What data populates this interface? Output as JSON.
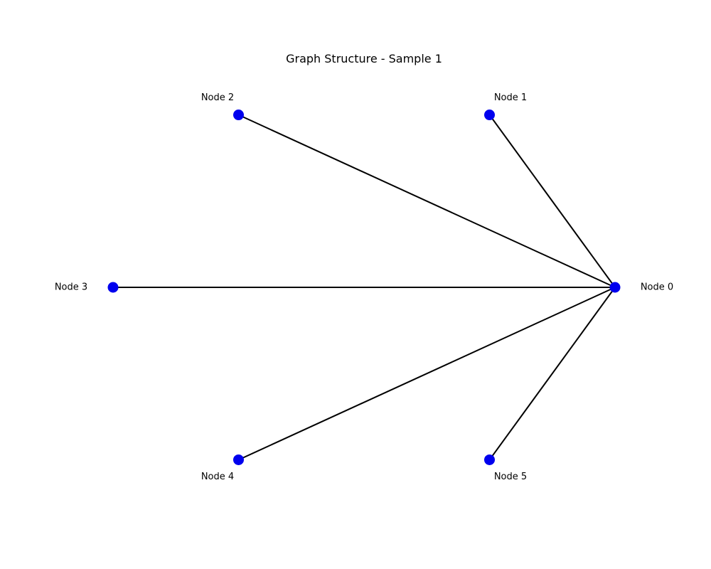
{
  "diagram": {
    "title": "Graph Structure - Sample 1",
    "node_color": "#0000ee",
    "edge_color": "#000000",
    "nodes": [
      {
        "id": 0,
        "label": "Node 0"
      },
      {
        "id": 1,
        "label": "Node 1"
      },
      {
        "id": 2,
        "label": "Node 2"
      },
      {
        "id": 3,
        "label": "Node 3"
      },
      {
        "id": 4,
        "label": "Node 4"
      },
      {
        "id": 5,
        "label": "Node 5"
      }
    ],
    "edges": [
      {
        "source": 0,
        "target": 1
      },
      {
        "source": 0,
        "target": 2
      },
      {
        "source": 0,
        "target": 3
      },
      {
        "source": 0,
        "target": 4
      },
      {
        "source": 0,
        "target": 5
      }
    ]
  }
}
